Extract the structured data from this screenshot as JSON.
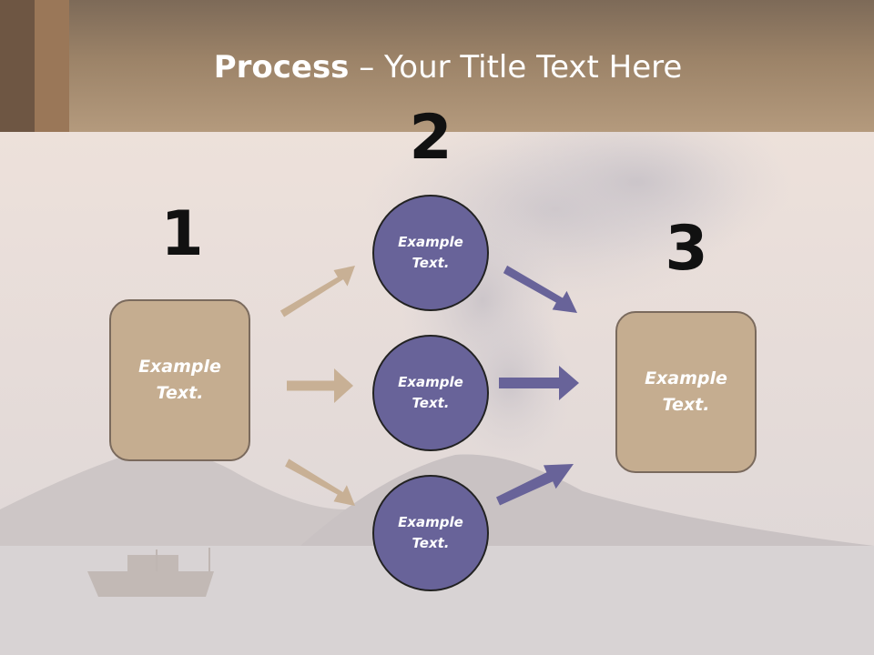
{
  "slide": {
    "title_bold": "Process",
    "title_rest": " – Your Title Text Here",
    "colors": {
      "header": "#a88e72",
      "box_fill": "#c5ad90",
      "circle_fill": "#686399",
      "arrow_tan": "#c8b095",
      "arrow_purple": "#686399"
    }
  },
  "diagram": {
    "steps": {
      "one": "1",
      "two": "2",
      "three": "3"
    },
    "left_box": "Example\nText.",
    "circles": [
      "Example\nText.",
      "Example\nText.",
      "Example\nText."
    ],
    "right_box": "Example\nText."
  }
}
